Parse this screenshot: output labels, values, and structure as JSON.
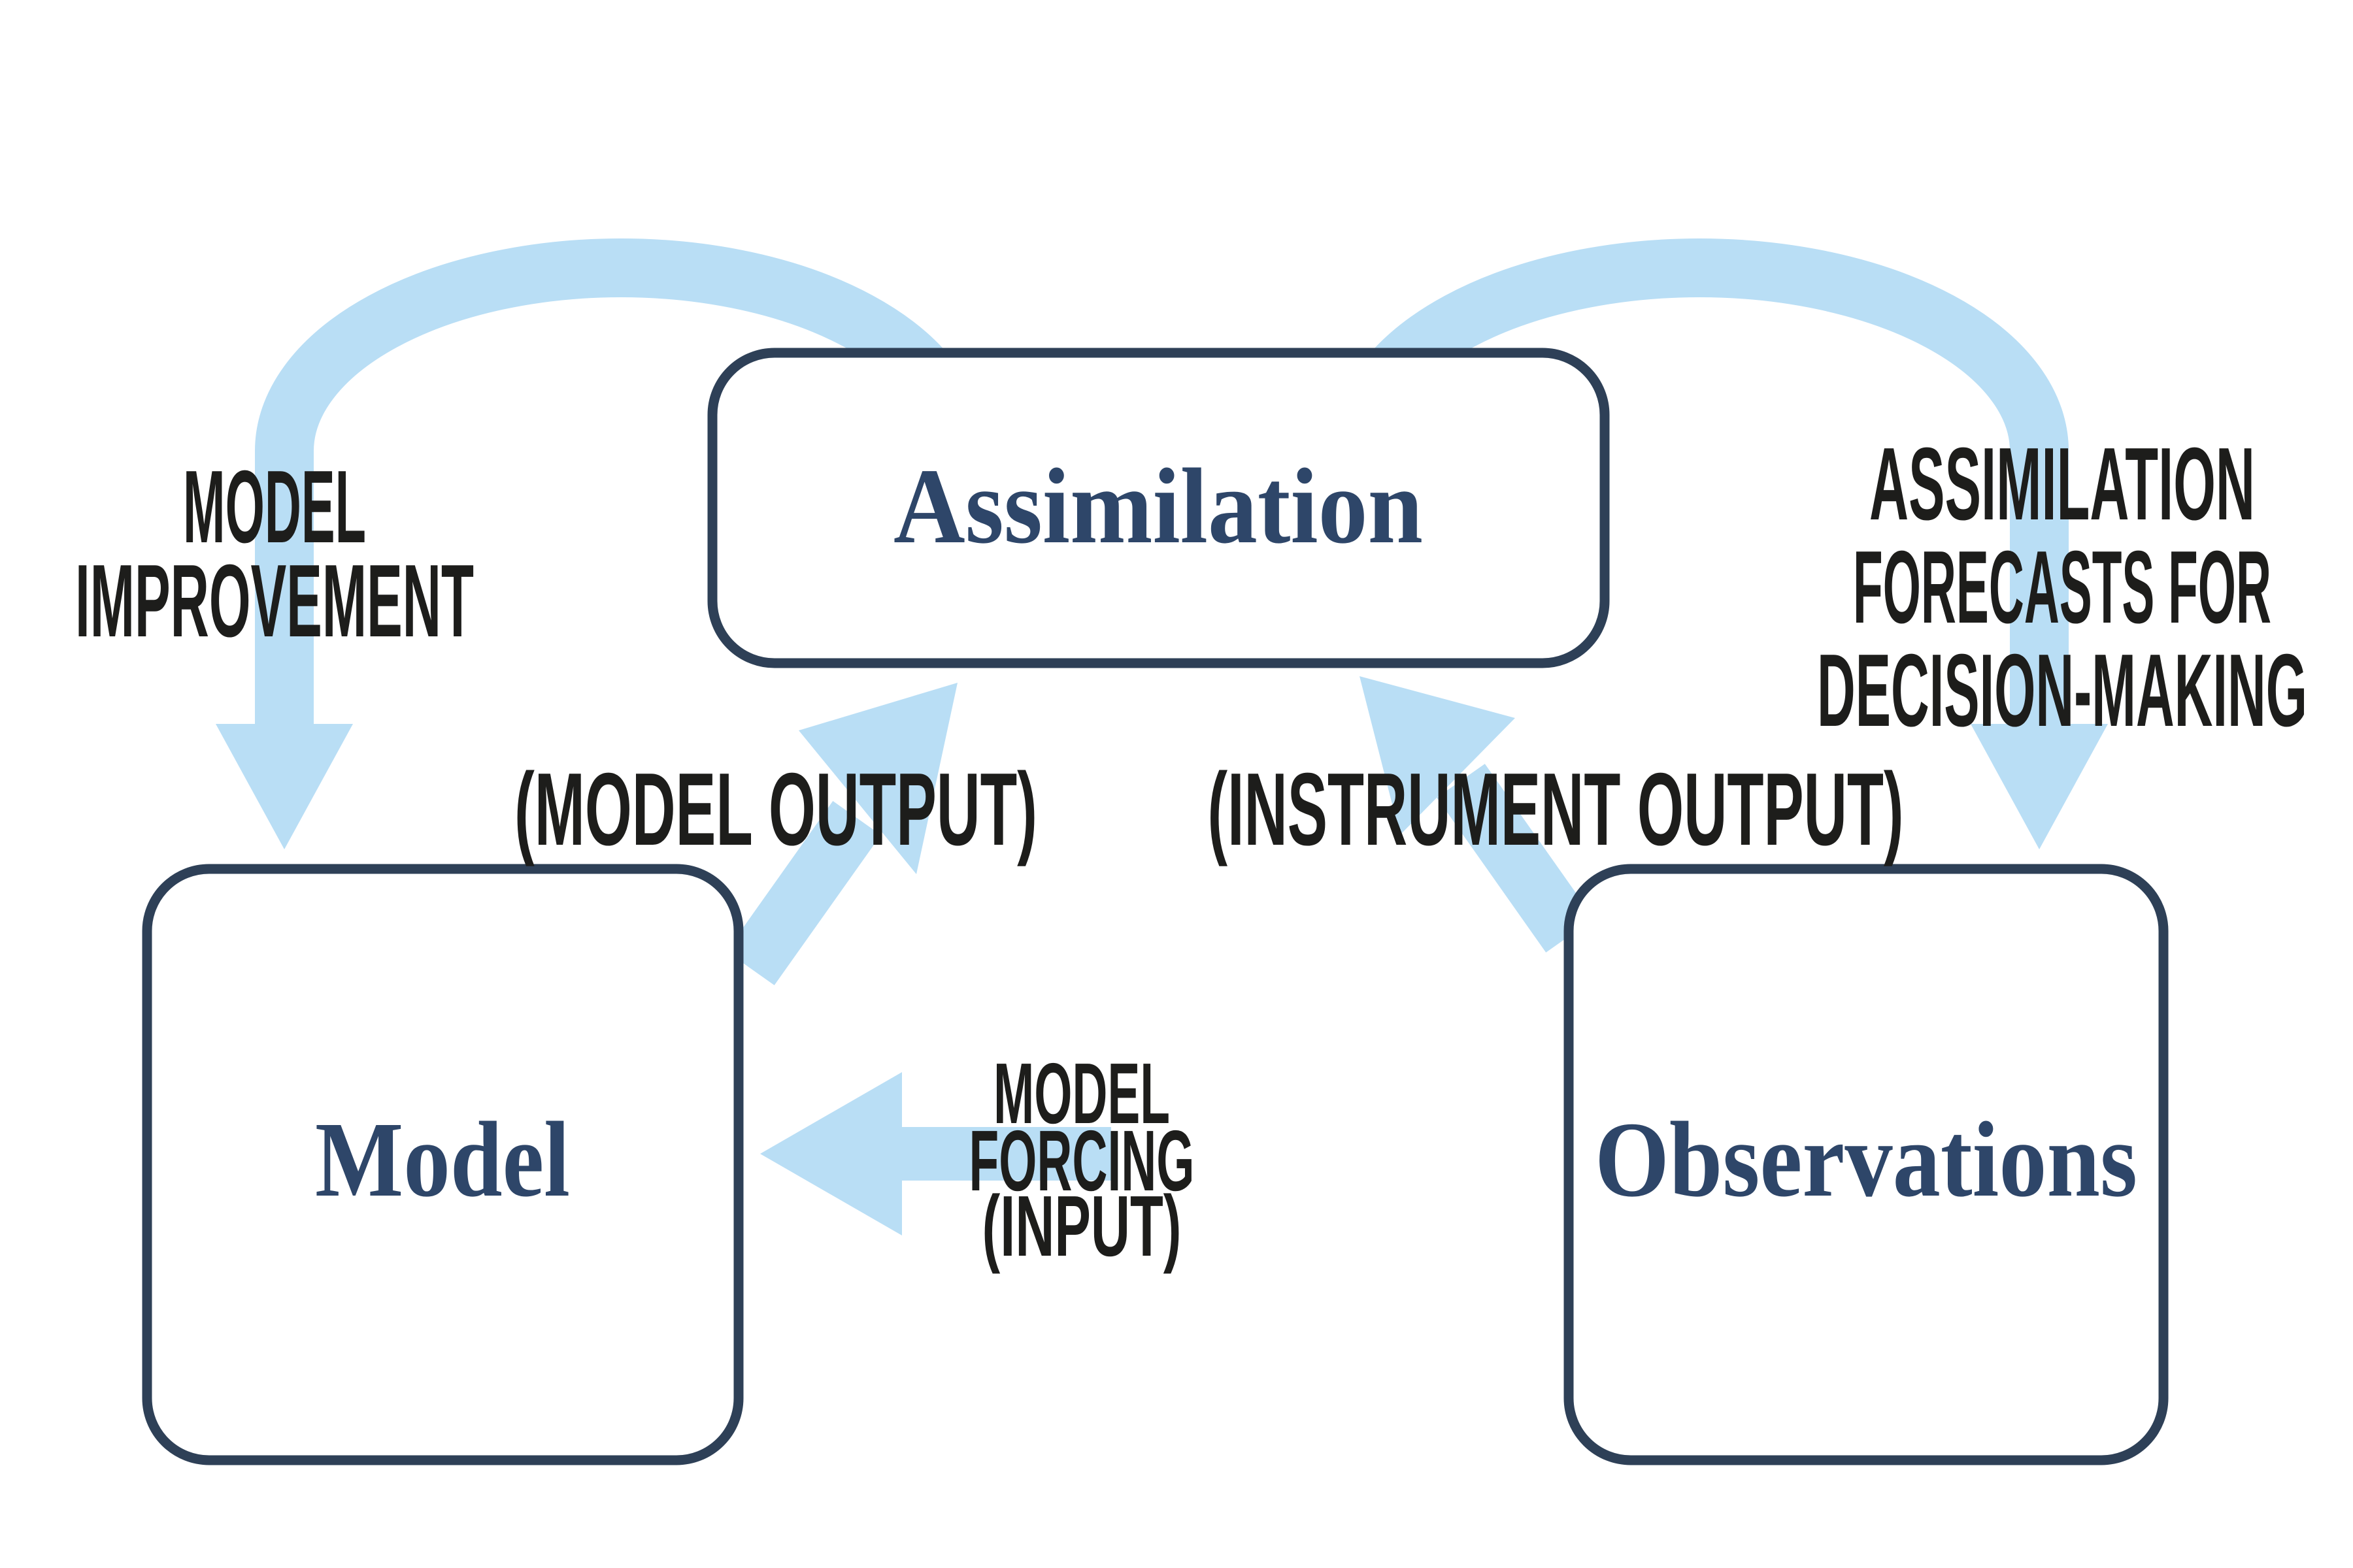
{
  "colors": {
    "arrow_blue": "#b9def5",
    "box_border": "#2e4057",
    "node_text": "#2e4669",
    "label_ink": "#1d1d1b",
    "background": "#ffffff"
  },
  "nodes": {
    "assimilation": {
      "label": "Assimilation"
    },
    "model": {
      "label": "Model"
    },
    "observations": {
      "label": "Observations"
    }
  },
  "edges": {
    "model_improvement": {
      "lines": [
        "MODEL",
        "IMPROVEMENT"
      ]
    },
    "assimilation_forecasts": {
      "lines": [
        "ASSIMILATION",
        "FORECASTS FOR",
        "DECISION-MAKING"
      ]
    },
    "model_output": {
      "label": "(MODEL OUTPUT)"
    },
    "instrument_output": {
      "label": "(INSTRUMENT OUTPUT)"
    },
    "model_forcing": {
      "lines": [
        "MODEL",
        "FORCING",
        "(INPUT)"
      ]
    }
  }
}
